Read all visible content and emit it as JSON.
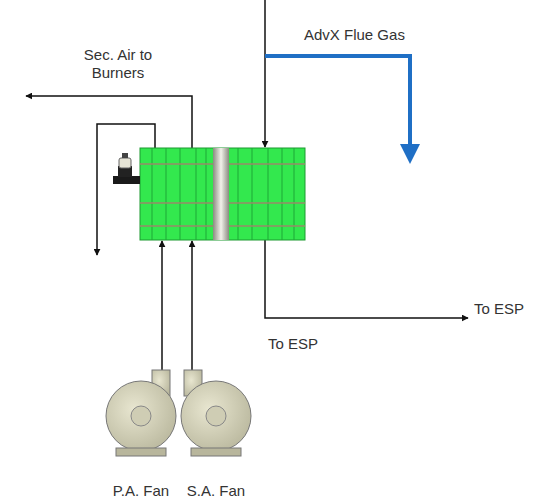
{
  "diagram": {
    "nodes": [
      {
        "text": [
          "P.A. Fan"
        ]
      },
      {
        "text": [
          "S.A. Fan"
        ]
      }
    ],
    "labels": [
      "Sec. Air to Burners",
      "AdvX Flue Gas",
      "To ESP",
      "To ESP"
    ]
  }
}
